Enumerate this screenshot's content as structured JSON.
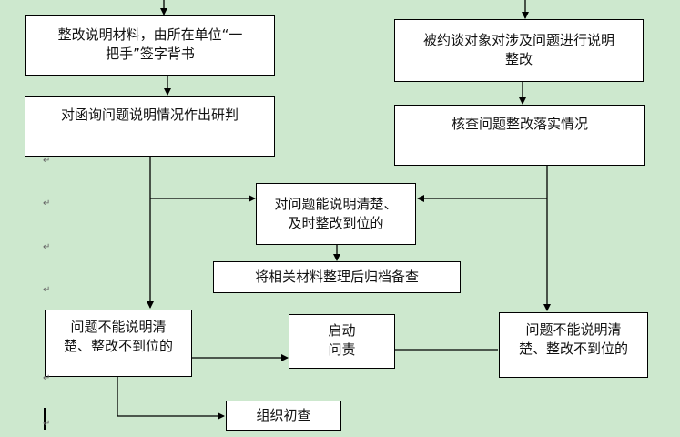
{
  "nodes": {
    "rectification_signed": [
      "整改说明材料，由所在单位“一",
      "把手”签字背书"
    ],
    "interviewee_explains": [
      "被约谈对象对涉及问题进行说明",
      "整改"
    ],
    "study_explanation": [
      "对函询问题说明情况作出研判"
    ],
    "verify_implementation": [
      "核查问题整改落实情况"
    ],
    "clear_and_rectified": [
      "对问题能说明清楚、",
      "及时整改到位的"
    ],
    "archive_materials": [
      "将相关材料整理后归档备查"
    ],
    "unclear_left": [
      "问题不能说明清",
      "楚、整改不到位的"
    ],
    "start_accountability": [
      "启动",
      "问责"
    ],
    "unclear_right": [
      "问题不能说明清",
      "楚、整改不到位的"
    ],
    "organize_preliminary_check": [
      "组织初查"
    ]
  },
  "paragraph_mark": "↵"
}
